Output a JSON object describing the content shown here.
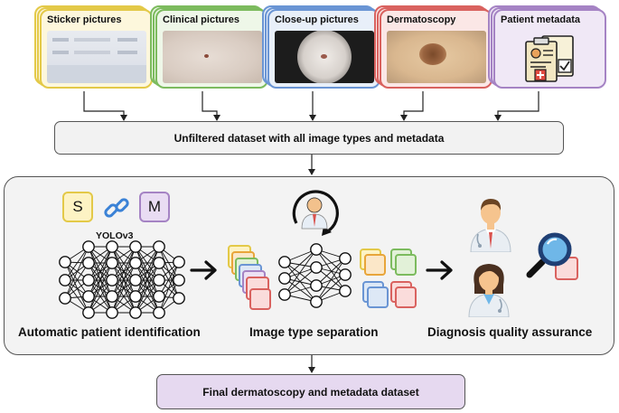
{
  "sources": [
    {
      "label": "Sticker pictures",
      "color": "#e3c948",
      "fill": "#fdf7dc"
    },
    {
      "label": "Clinical pictures",
      "color": "#7cbb5e",
      "fill": "#eef7e8"
    },
    {
      "label": "Close-up pictures",
      "color": "#6a95d4",
      "fill": "#e8eff9"
    },
    {
      "label": "Dermatoscopy",
      "color": "#d9625f",
      "fill": "#fbe7e6"
    },
    {
      "label": "Patient metadata",
      "color": "#a583c4",
      "fill": "#f0e8f6"
    }
  ],
  "unfiltered_label": "Unfiltered dataset with all image types and metadata",
  "identification": {
    "s_label": "S",
    "m_label": "M",
    "model_label": "YOLOv3",
    "stage_label": "Automatic patient identification"
  },
  "separation": {
    "stage_label": "Image type separation"
  },
  "assurance": {
    "stage_label": "Diagnosis quality assurance"
  },
  "final_label": "Final dermatoscopy and metadata dataset",
  "colors": {
    "yellow": "#e3c948",
    "green": "#7cbb5e",
    "blue": "#6a95d4",
    "red": "#d9625f",
    "purple": "#a583c4"
  }
}
